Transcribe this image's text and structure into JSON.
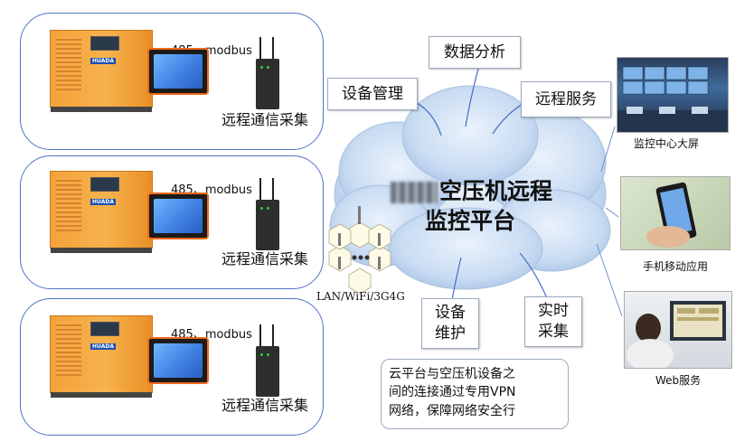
{
  "devices": [
    {
      "link_label": "485、modbus",
      "caption": "远程通信采集"
    },
    {
      "link_label": "485、modbus",
      "caption": "远程通信采集"
    },
    {
      "link_label": "485、modbus",
      "caption": "远程通信采集"
    }
  ],
  "brand": "HUADA",
  "cloud": {
    "title_line1": "空压机远程",
    "title_line2": "监控平台"
  },
  "functions": {
    "data_analysis": "数据分析",
    "device_management": "设备管理",
    "remote_service": "远程服务",
    "device_maintenance_1": "设备",
    "device_maintenance_2": "维护",
    "realtime_collection_1": "实时",
    "realtime_collection_2": "采集"
  },
  "network_label": "LAN/WiFi/3G4G",
  "terminals": {
    "monitor_screen": "监控中心大屏",
    "mobile_app": "手机移动应用",
    "web_service": "Web服务"
  },
  "note": {
    "line1": "云平台与空压机设备之",
    "line2": "间的连接通过专用VPN",
    "line3": "网络，保障网络安全行"
  },
  "colors": {
    "panel_border": "#4f74c7",
    "cloud_fill": "#c9dcf2",
    "compressor_orange": "#f3a23a",
    "link_red": "#d9342b",
    "connector_blue": "#4f74c7"
  }
}
